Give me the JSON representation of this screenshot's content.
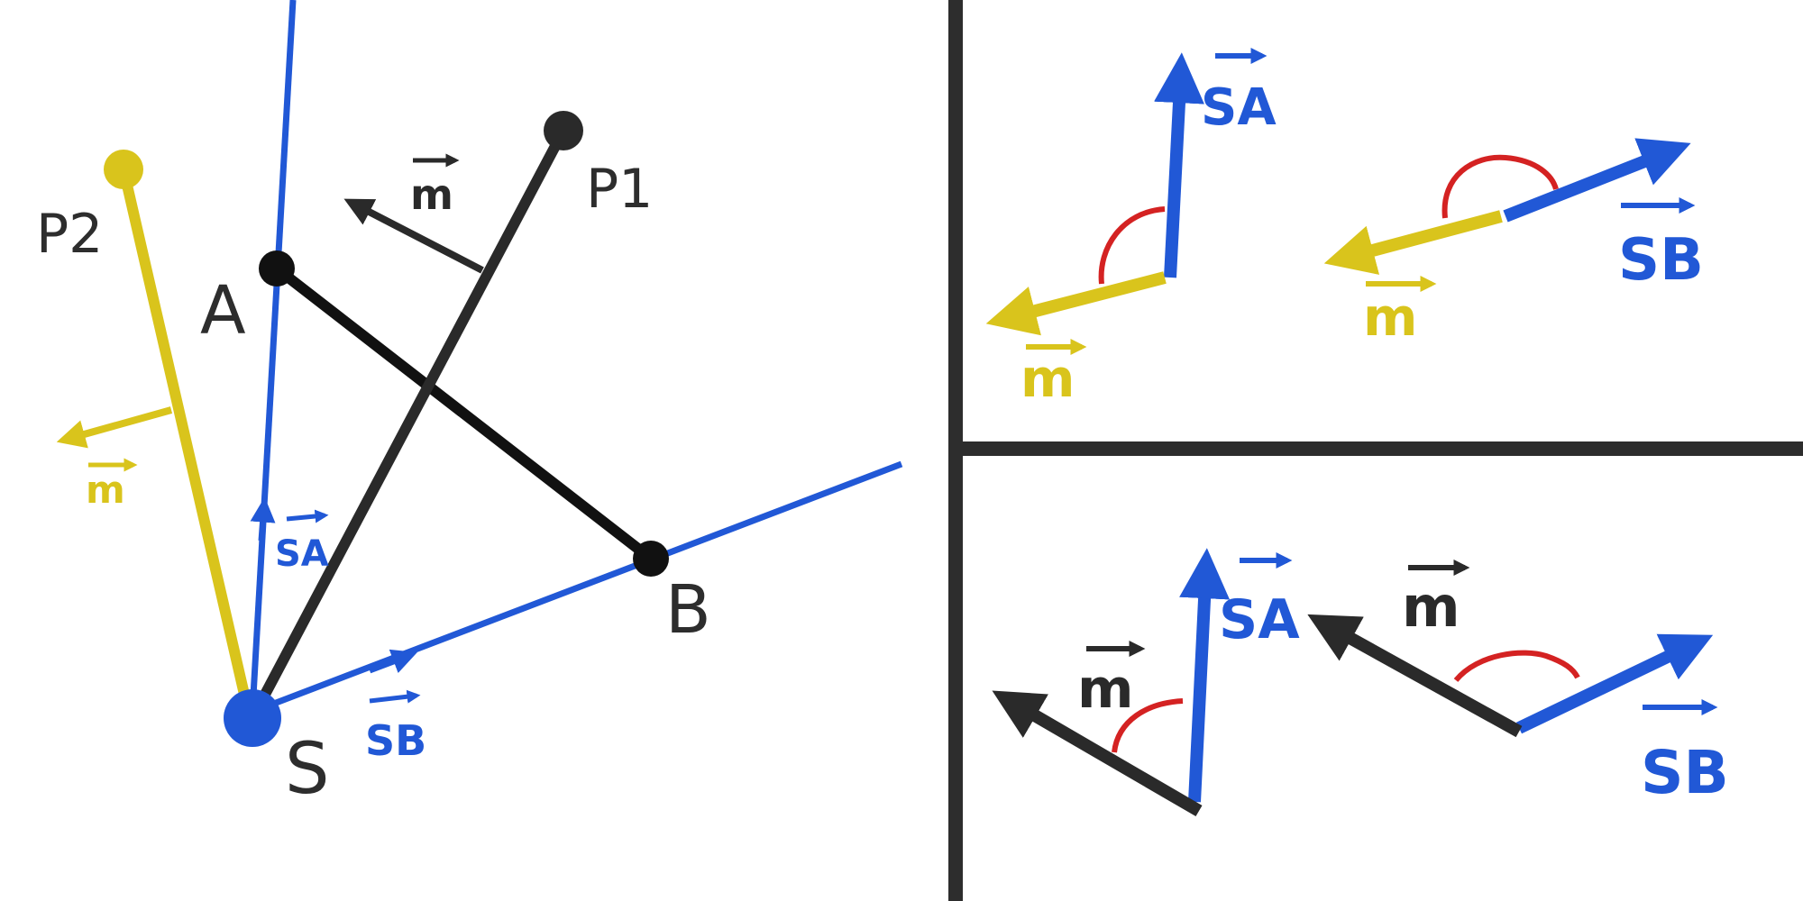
{
  "main": {
    "points": {
      "s": "S",
      "a": "A",
      "b": "B",
      "p1": "P1",
      "p2": "P2"
    },
    "vectors": {
      "sa": "SA",
      "sb": "SB",
      "m": "m"
    }
  },
  "panels": {
    "top_left": {
      "sa": "SA",
      "m": "m"
    },
    "top_right": {
      "sb": "SB",
      "m": "m"
    },
    "bottom_left": {
      "sa": "SA",
      "m": "m"
    },
    "bottom_right": {
      "sb": "SB",
      "m": "m"
    }
  },
  "colors": {
    "blue": "#2158d6",
    "yellow": "#d9c41c",
    "black": "#2a2a2a",
    "red": "#d42222",
    "divider": "#2d2d2d"
  }
}
